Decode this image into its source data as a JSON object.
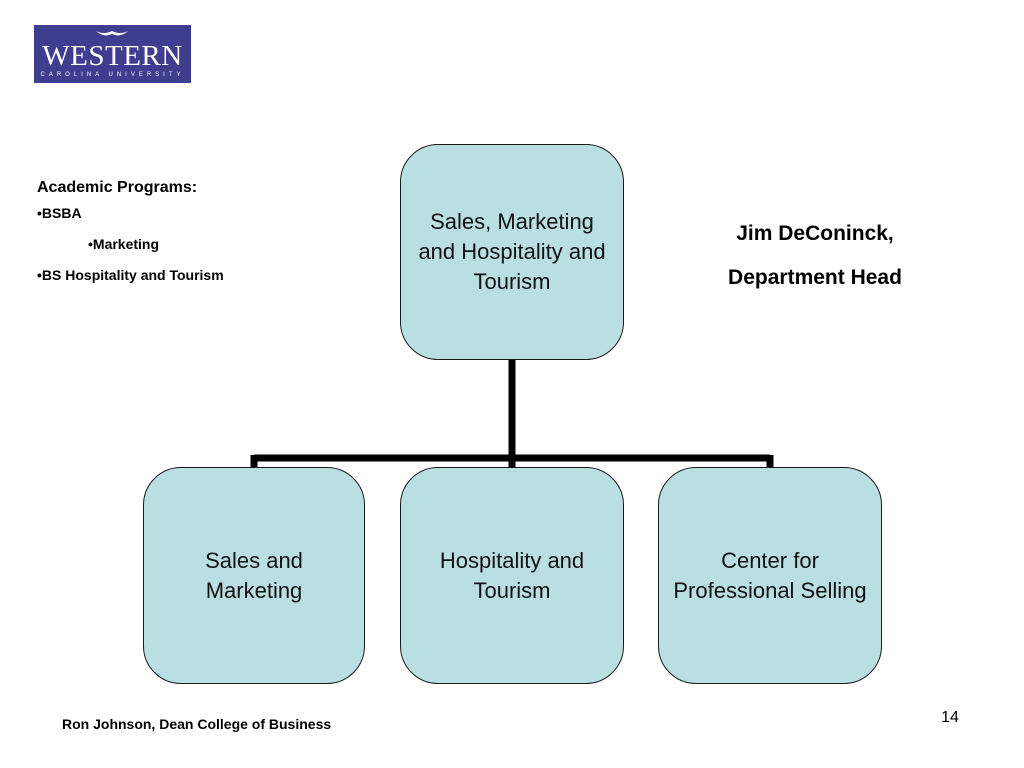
{
  "logo": {
    "word": "WESTERN",
    "sub": "CAROLINA UNIVERSITY",
    "color": "#3f3d8f"
  },
  "programs": {
    "heading": "Academic Programs:",
    "items": [
      {
        "text": "•BSBA"
      },
      {
        "text": "•Marketing"
      },
      {
        "text": "•BS Hospitality and Tourism"
      }
    ]
  },
  "head": {
    "name": "Jim DeConinck,",
    "title": "Department Head"
  },
  "org_chart": {
    "box_color": "#badfe3",
    "root": {
      "label": "Sales, Marketing and Hospitality and Tourism"
    },
    "children": [
      {
        "label": "Sales and Marketing"
      },
      {
        "label": "Hospitality and Tourism"
      },
      {
        "label": "Center for Professional Selling"
      }
    ]
  },
  "footer": {
    "text": "Ron Johnson, Dean College of Business",
    "page_number": "14"
  }
}
